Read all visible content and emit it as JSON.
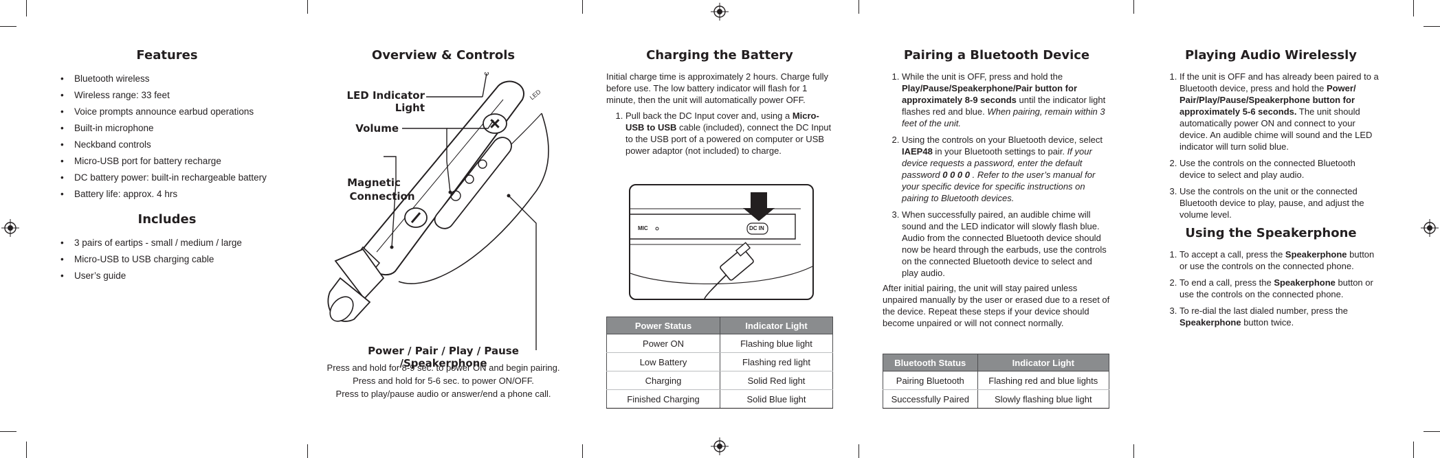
{
  "features": {
    "title": "Features",
    "items": [
      "Bluetooth wireless",
      "Wireless range: 33 feet",
      "Voice prompts announce earbud operations",
      "Built-in microphone",
      "Neckband controls",
      "Micro-USB port for battery recharge",
      "DC battery power: built-in rechargeable battery",
      "Battery life: approx. 4 hrs"
    ]
  },
  "includes": {
    "title": "Includes",
    "items": [
      "3 pairs of eartips - small / medium / large",
      "Micro-USB to USB charging cable",
      "User’s guide"
    ]
  },
  "overview": {
    "title": "Overview & Controls",
    "labels": {
      "led": "LED Indicator Light",
      "volume": "Volume",
      "magnetic1": "Magnetic",
      "magnetic2": "Connection",
      "device_led": "LED"
    },
    "power_title": "Power / Pair / Play / Pause /Speakerphone",
    "power_lines": [
      "Press and hold for 8-9 sec. to power ON and begin pairing.",
      "Press and hold for 5-6 sec. to power ON/OFF.",
      "Press to play/pause audio or answer/end a phone call."
    ]
  },
  "charging": {
    "title": "Charging the Battery",
    "intro": "Initial charge time is approximately 2 hours. Charge fully before use. The low battery indicator will flash for 1 minute, then the unit will automatically power OFF.",
    "step1_a": "Pull back the DC Input cover and, using a ",
    "step1_b": "Micro-USB to USB",
    "step1_c": " cable (included), connect the DC Input to the USB port of a powered on computer or USB power adaptor (not included) to charge.",
    "figure_mic": "MIC",
    "figure_dcin": "DC IN",
    "table_headers": [
      "Power Status",
      "Indicator Light"
    ],
    "table_rows": [
      [
        "Power ON",
        "Flashing blue light"
      ],
      [
        "Low Battery",
        "Flashing red light"
      ],
      [
        "Charging",
        "Solid Red light"
      ],
      [
        "Finished Charging",
        "Solid Blue light"
      ]
    ]
  },
  "pairing": {
    "title": "Pairing a Bluetooth Device",
    "s1_a": "While the unit is OFF, press and hold the ",
    "s1_b": "Play/Pause/Speakerphone/Pair button for approximately 8-9 seconds",
    "s1_c": " until the indicator light flashes red and blue. ",
    "s1_d": "When pairing, remain within 3 feet of the unit.",
    "s2_a": "Using the controls on your Bluetooth device, select ",
    "s2_b": "IAEP48",
    "s2_c": " in your Bluetooth settings to pair. ",
    "s2_d": "If your device requests a password, enter the default password ",
    "s2_e": "0 0 0 0",
    "s2_f": " . Refer to the user’s manual for your specific device for specific instructions on pairing to Bluetooth devices.",
    "s3": "When successfully paired, an audible chime will sound and the LED indicator will slowly flash blue. Audio from the connected Bluetooth device should now be heard through the earbuds, use the controls on the connected Bluetooth device to select and play audio.",
    "after": "After initial pairing, the unit will stay paired unless unpaired manually by the user or erased due to a reset of the device. Repeat these steps if your device should become unpaired or will not connect normally.",
    "table_headers": [
      "Bluetooth Status",
      "Indicator Light"
    ],
    "table_rows": [
      [
        "Pairing Bluetooth",
        "Flashing red and blue lights"
      ],
      [
        "Successfully Paired",
        "Slowly flashing blue light"
      ]
    ]
  },
  "playing": {
    "title": "Playing Audio Wirelessly",
    "s1_a": "If the unit is OFF and has already been paired to a Bluetooth device, press and hold the ",
    "s1_b": "Power/ Pair/Play/Pause/Speakerphone button for approximately 5-6 seconds.",
    "s1_c": " The unit should automatically power ON and connect to your device. An audible chime will sound and the LED indicator will turn solid blue.",
    "s2": "Use the controls on the connected Bluetooth device to select and play audio.",
    "s3": "Use the controls on the unit or the connected Bluetooth device to play, pause, and adjust the volume level."
  },
  "speakerphone": {
    "title": "Using the Speakerphone",
    "s1_a": "To accept a call, press the ",
    "s1_b": "Speakerphone",
    "s1_c": " button or use the controls on the connected phone.",
    "s2_a": "To end a call, press the ",
    "s2_b": "Speakerphone",
    "s2_c": " button or use the controls on the connected phone.",
    "s3_a": "To re-dial the last dialed number, press the ",
    "s3_b": "Speakerphone",
    "s3_c": " button twice."
  }
}
